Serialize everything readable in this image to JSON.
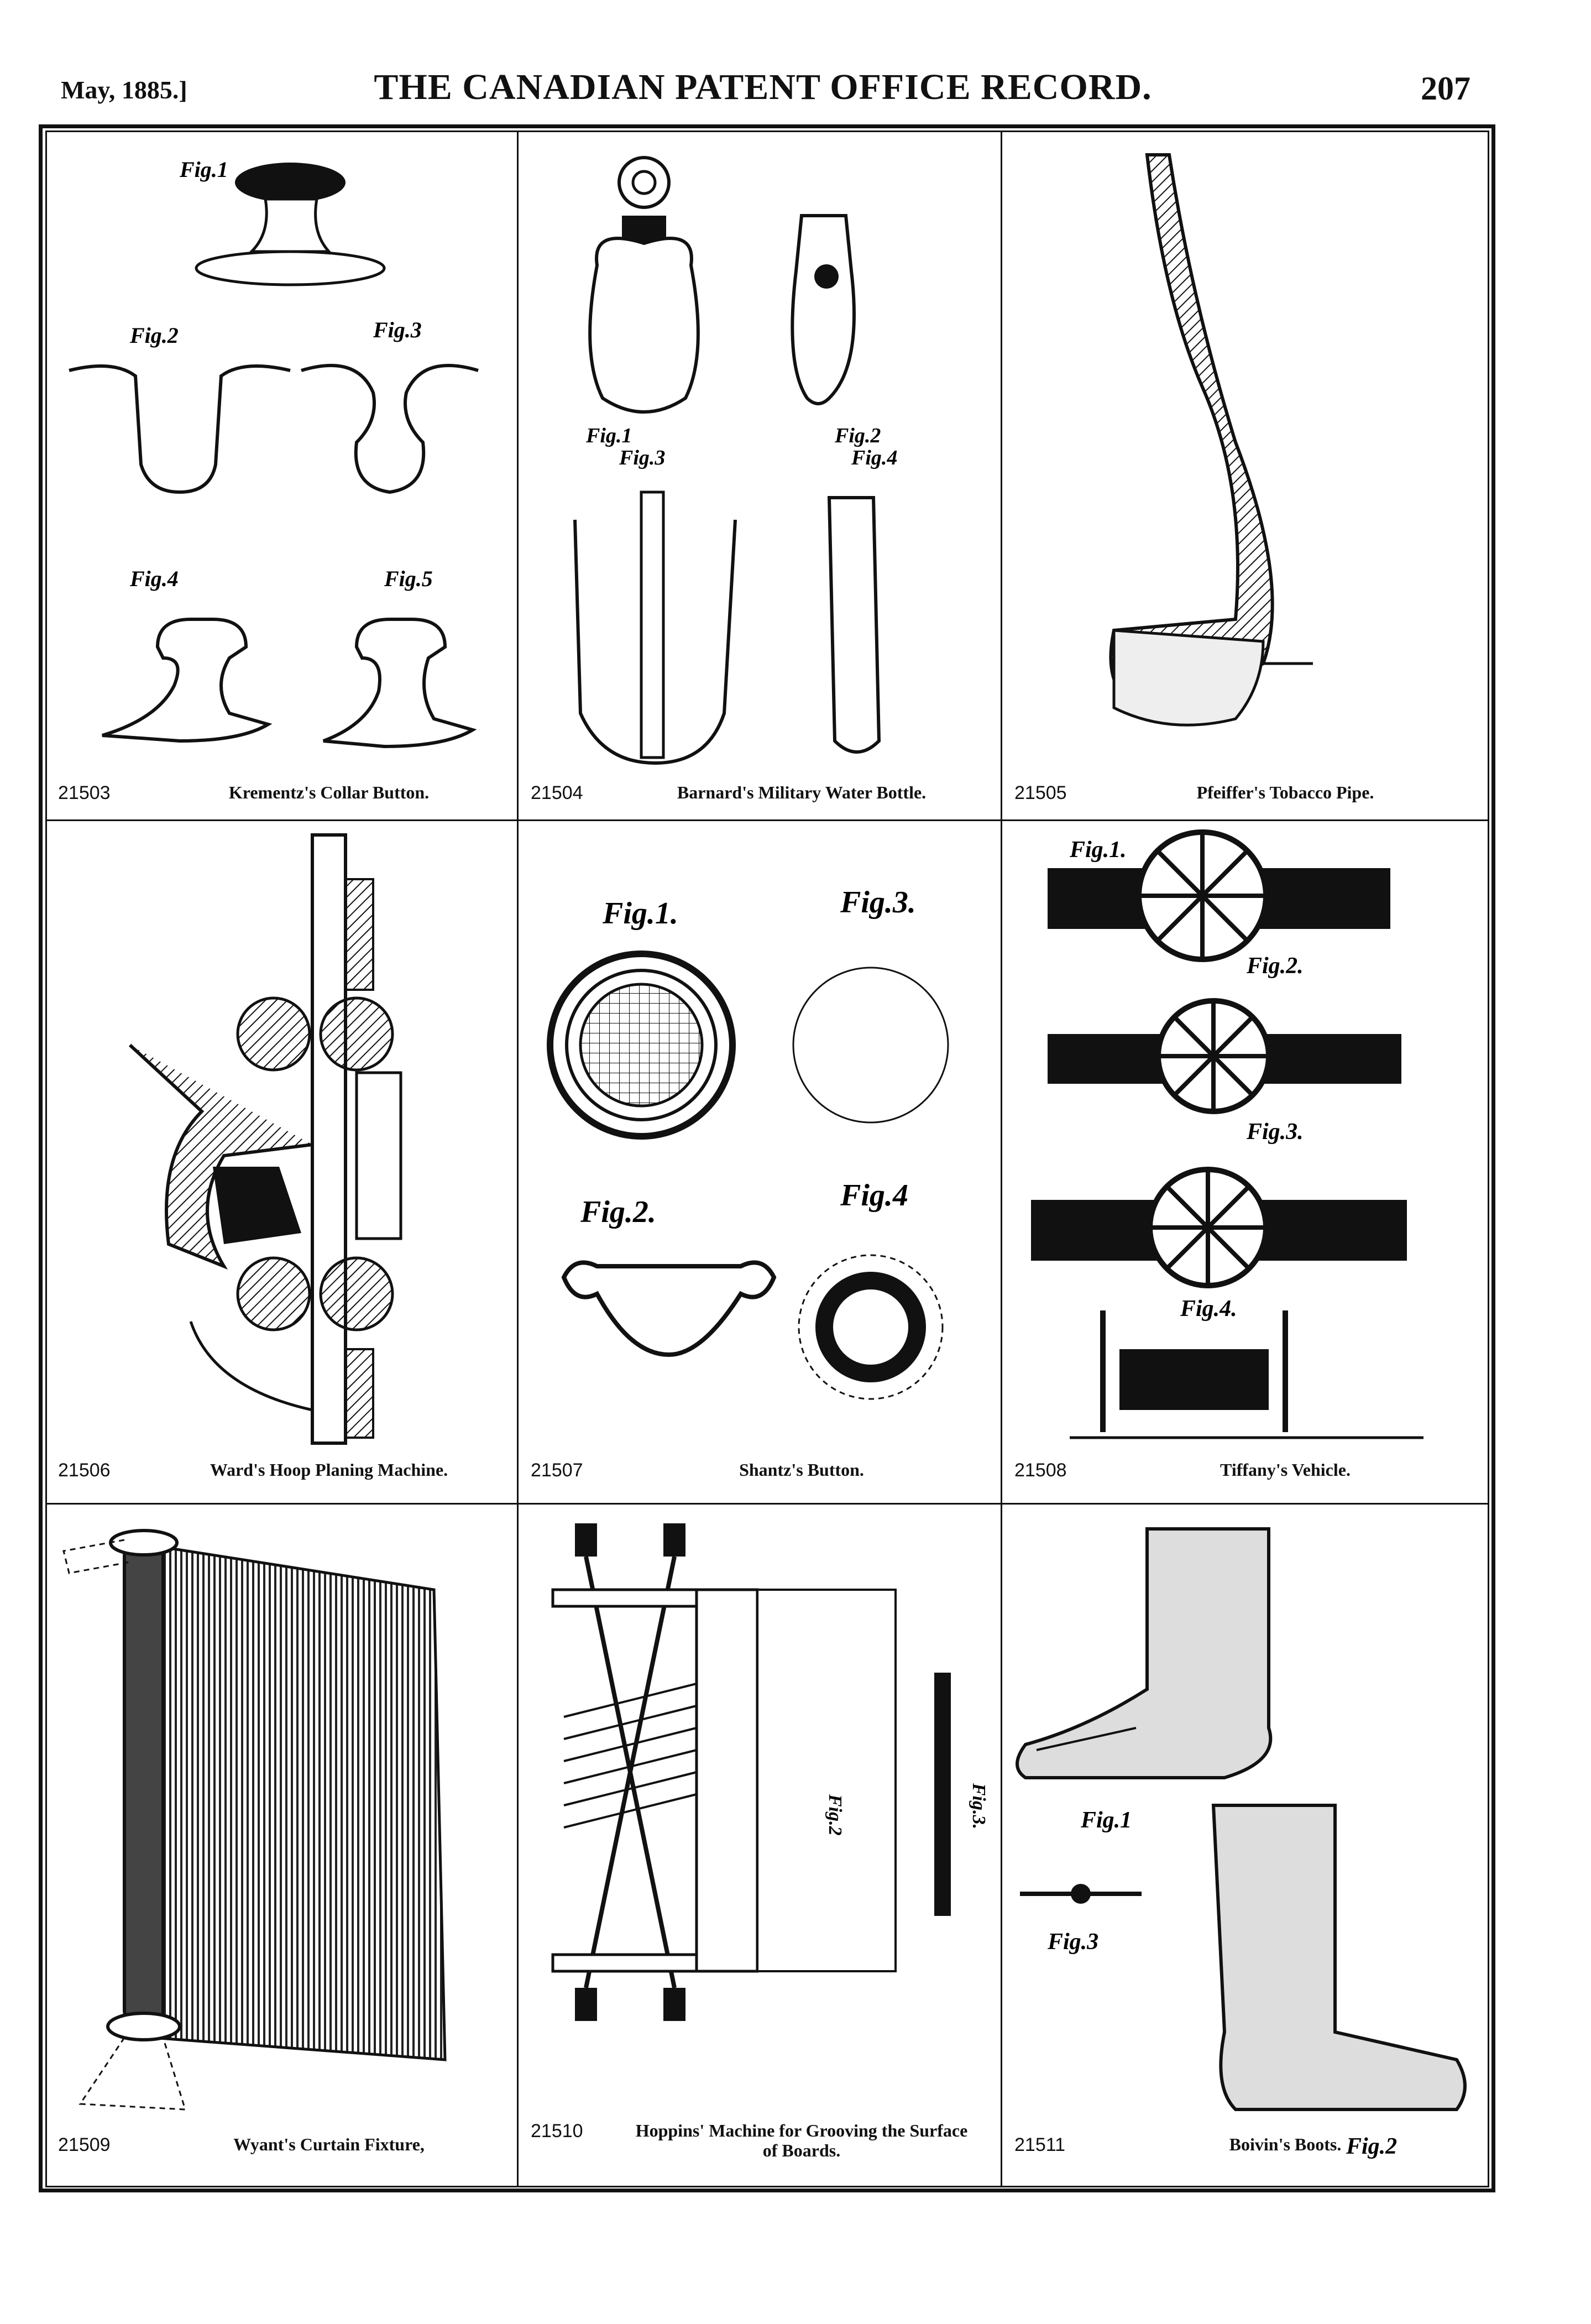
{
  "header": {
    "date": "May, 1885.]",
    "title": "THE CANADIAN PATENT OFFICE RECORD.",
    "page_number": "207"
  },
  "patents": [
    {
      "number": "21503",
      "title": "Krementz's Collar Button."
    },
    {
      "number": "21504",
      "title": "Barnard's Military Water Bottle."
    },
    {
      "number": "21505",
      "title": "Pfeiffer's Tobacco Pipe."
    },
    {
      "number": "21506",
      "title": "Ward's Hoop Planing Machine."
    },
    {
      "number": "21507",
      "title": "Shantz's Button."
    },
    {
      "number": "21508",
      "title": "Tiffany's Vehicle."
    },
    {
      "number": "21509",
      "title": "Wyant's Curtain Fixture,"
    },
    {
      "number": "21510",
      "title": "Hoppins' Machine for Grooving the Surface of Boards."
    },
    {
      "number": "21511",
      "title": "Boivin's Boots."
    }
  ],
  "figure_labels": {
    "p21503": [
      "Fig.1",
      "Fig.2",
      "Fig.3",
      "Fig.4",
      "Fig.5"
    ],
    "p21504": [
      "Fig.1",
      "Fig.2",
      "Fig.3",
      "Fig.4"
    ],
    "p21507": [
      "Fig.1.",
      "Fig.2.",
      "Fig.3.",
      "Fig.4"
    ],
    "p21508": [
      "Fig.1.",
      "Fig.2.",
      "Fig.3.",
      "Fig.4."
    ],
    "p21510": [
      "Fig.2",
      "Fig.3."
    ],
    "p21511": [
      "Fig.1",
      "Fig.2",
      "Fig.3"
    ]
  }
}
